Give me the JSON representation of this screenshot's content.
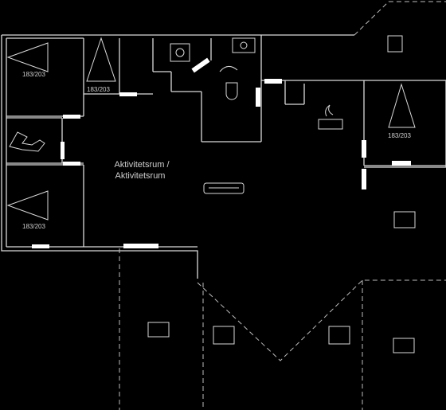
{
  "room_label": {
    "line1": "Aktivitetsrum /",
    "line2": "Aktivitetsrum"
  },
  "beds": [
    {
      "size": "183/203"
    },
    {
      "size": "183/203"
    },
    {
      "size": "183/203"
    },
    {
      "size": "183/203"
    }
  ],
  "colors": {
    "background": "#000000",
    "walls": "#d9d9d9",
    "doors": "#ffffff"
  },
  "icons": [
    "bed-icon",
    "sofa-icon",
    "toilet-icon",
    "sink-icon",
    "stove-icon",
    "jacuzzi-icon",
    "chair-icon",
    "window-icon"
  ]
}
